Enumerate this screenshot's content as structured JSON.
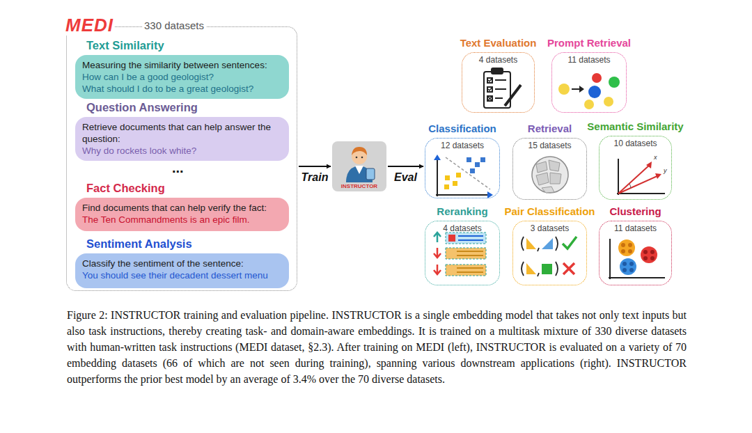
{
  "diagram": {
    "caption": "Figure 2: INSTRUCTOR training and evaluation pipeline. INSTRUCTOR is a single embedding model that takes not only text inputs but also task instructions, thereby creating task- and domain-aware embeddings. It is trained on a multitask mixture of 330 diverse datasets with human-written task instructions (MEDI dataset, §2.3). After training on MEDI (left), INSTRUCTOR is evaluated on a variety of 70 embedding datasets (66 of which are not seen during training), spanning various downstream applications (right). INSTRUCTOR outperforms the prior best model by an average of 3.4% over the 70 diverse datasets.",
    "nodes": [
      {
        "text": [
          "MEDI",
          "330 datasets"
        ]
      },
      {
        "text": [
          "Text Similarity",
          "Measuring the similarity between sentences:",
          "How can I be a good geologist?",
          "What should I do to be a great geologist?"
        ],
        "in": 0
      },
      {
        "text": [
          "Question Answering",
          "Retrieve documents that can help answer the question:",
          "Why do rockets look white?"
        ],
        "in": 0
      },
      {
        "text": [
          "Fact Checking",
          "Find documents that can help verify the fact:",
          "The Ten Commandments is an epic film."
        ],
        "in": 0
      },
      {
        "text": [
          "Sentiment Analysis",
          "Classify the sentiment of the sentence:",
          "You should see their decadent dessert menu"
        ],
        "in": 0
      },
      {
        "text": [
          "INSTRUCTOR"
        ]
      },
      {
        "text": [
          "Text Evaluation",
          "4 datasets"
        ]
      },
      {
        "text": [
          "Prompt Retrieval",
          "11 datasets"
        ]
      },
      {
        "text": [
          "Classification",
          "12 datasets"
        ]
      },
      {
        "text": [
          "Retrieval",
          "15 datasets"
        ]
      },
      {
        "text": [
          "Semantic Similarity",
          "10 datasets"
        ]
      },
      {
        "text": [
          "Reranking",
          "4 datasets"
        ]
      },
      {
        "text": [
          "Pair Classification",
          "3 datasets"
        ]
      },
      {
        "text": [
          "Clustering",
          "11 datasets"
        ]
      }
    ],
    "edges": [
      {
        "from": 0,
        "to": 5,
        "label": "Train",
        "arrow": "to"
      },
      {
        "from": 5,
        "to": 8,
        "label": "Eval",
        "arrow": "to"
      }
    ],
    "labels": [
      "...",
      "x",
      "y"
    ]
  }
}
